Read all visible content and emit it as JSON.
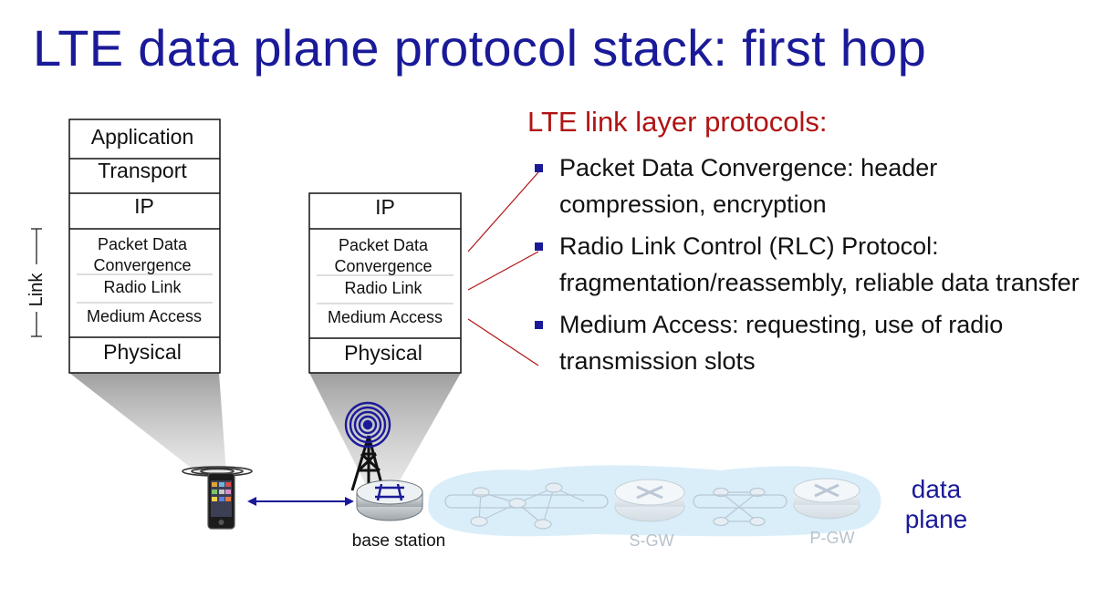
{
  "title": "LTE data plane protocol stack: first hop",
  "left_stack": {
    "layers": [
      "Application",
      "Transport",
      "IP",
      "Packet Data",
      "Convergence",
      "Radio Link",
      "Medium Access",
      "Physical"
    ]
  },
  "right_stack": {
    "layers": [
      "IP",
      "Packet Data",
      "Convergence",
      "Radio Link",
      "Medium Access",
      "Physical"
    ]
  },
  "link_bracket_label": "Link",
  "right_panel": {
    "heading": "LTE link layer protocols:",
    "bullets": [
      "Packet Data Convergence: header compression, encryption",
      "Radio Link Control (RLC) Protocol: fragmentation/reassembly, reliable data transfer",
      "Medium Access: requesting, use of radio transmission slots"
    ]
  },
  "network": {
    "base_station": "base station",
    "sgw": "S-GW",
    "pgw": "P-GW",
    "data_plane": "data plane"
  },
  "colors": {
    "title": "#1a1a99",
    "heading": "#b01414",
    "connector": "#b01414",
    "cloud": "#d6ecf8",
    "faded_label": "#b8c2cc"
  }
}
